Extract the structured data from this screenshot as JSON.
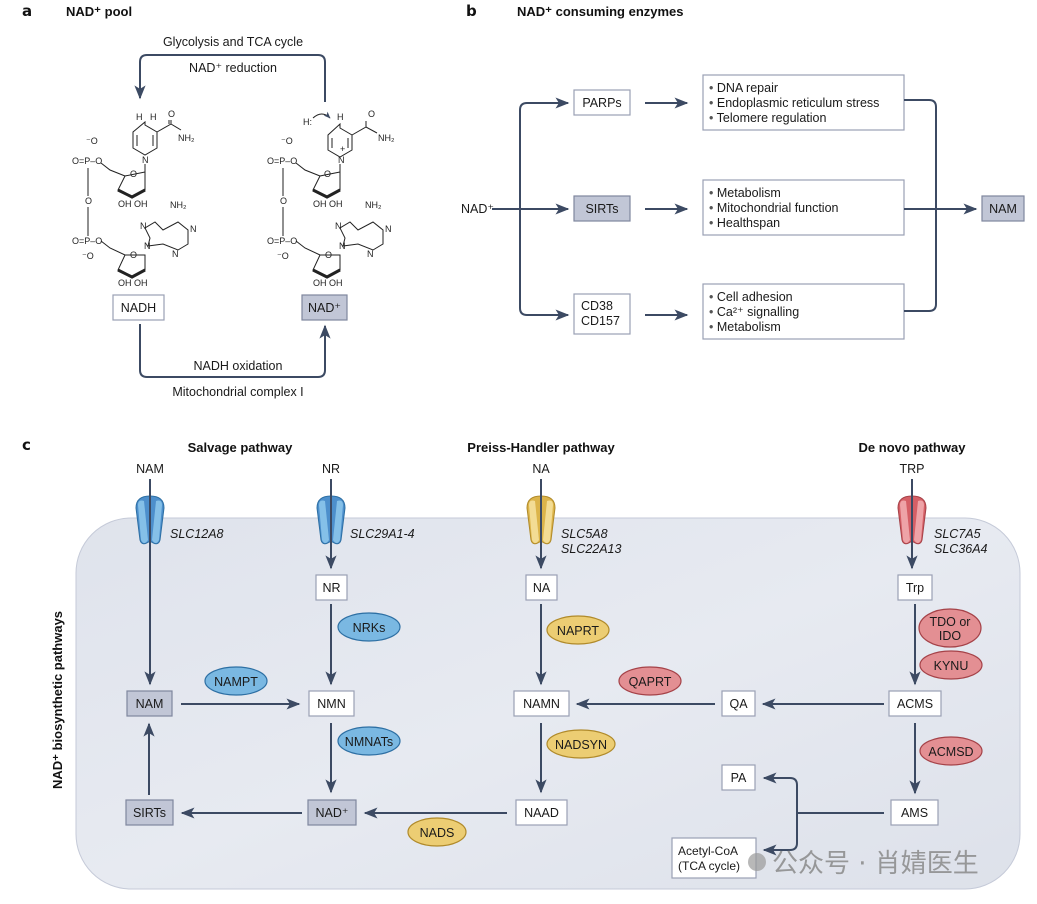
{
  "colors": {
    "flow_arrow": "#3c4a63",
    "box_grey_fill": "#c1c6d6",
    "cell_fill": "#e3e7ef",
    "salvage_blue": "#7ab8e2",
    "preiss_yellow": "#eccd73",
    "denovo_red": "#e38f93"
  },
  "panel_a": {
    "letter": "a",
    "title": "NAD⁺ pool",
    "top_arrow_label_1": "Glycolysis and TCA cycle",
    "top_arrow_label_2": "NAD⁺ reduction",
    "left_molecule_label": "NADH",
    "right_molecule_label": "NAD⁺",
    "bottom_arrow_label_1": "NADH oxidation",
    "bottom_arrow_label_2": "Mitochondrial complex I",
    "hydride_label": "H:",
    "chem": {
      "O": "O",
      "O_minus": "⁻O",
      "P": "P",
      "N": "N",
      "H": "H",
      "NH2": "NH₂",
      "OH_OH": "OH OH",
      "plus": "+"
    }
  },
  "panel_b": {
    "letter": "b",
    "title": "NAD⁺ consuming enzymes",
    "source": "NAD⁺",
    "product": "NAM",
    "enzymes": [
      {
        "label_lines": [
          "PARPs"
        ],
        "highlighted": false,
        "effects": [
          "DNA repair",
          "Endoplasmic reticulum stress",
          "Telomere regulation"
        ]
      },
      {
        "label_lines": [
          "SIRTs"
        ],
        "highlighted": true,
        "effects": [
          "Metabolism",
          "Mitochondrial function",
          "Healthspan"
        ]
      },
      {
        "label_lines": [
          "CD38",
          "CD157"
        ],
        "highlighted": false,
        "effects": [
          "Cell adhesion",
          "Ca²⁺ signalling",
          "Metabolism"
        ]
      }
    ]
  },
  "panel_c": {
    "letter": "c",
    "side_label": "NAD⁺ biosynthetic pathways",
    "pathways": {
      "salvage": "Salvage pathway",
      "preiss_handler": "Preiss-Handler pathway",
      "de_novo": "De novo pathway"
    },
    "extracellular": {
      "nam": "NAM",
      "nr": "NR",
      "na": "NA",
      "trp": "TRP"
    },
    "transporters": {
      "nam": [
        "SLC12A8"
      ],
      "nr": [
        "SLC29A1-4"
      ],
      "na": [
        "SLC5A8",
        "SLC22A13"
      ],
      "trp": [
        "SLC7A5",
        "SLC36A4"
      ]
    },
    "metabolites": {
      "nr": "NR",
      "na": "NA",
      "trp": "Trp",
      "nam": "NAM",
      "nmn": "NMN",
      "namn": "NAMN",
      "qa": "QA",
      "acms": "ACMS",
      "pa": "PA",
      "ams": "AMS",
      "sirts": "SIRTs",
      "nad": "NAD⁺",
      "naad": "NAAD",
      "acetyl_coa_1": "Acetyl-CoA",
      "acetyl_coa_2": "(TCA cycle)"
    },
    "enzymes": {
      "nrks": "NRKs",
      "nampt": "NAMPT",
      "nmnats": "NMNATs",
      "naprt": "NAPRT",
      "nadsyn": "NADSYN",
      "nads": "NADS",
      "qaprt": "QAPRT",
      "tdo_ido_1": "TDO or",
      "tdo_ido_2": "IDO",
      "kynu": "KYNU",
      "acmsd": "ACMSD"
    }
  },
  "watermark": "公众号 · 肖婧医生"
}
